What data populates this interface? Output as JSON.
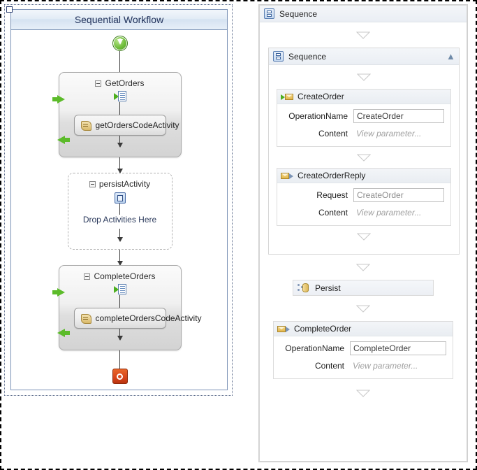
{
  "left_panel": {
    "title": "Sequential Workflow",
    "start_icon": "start-download-icon",
    "stop_icon": "stop-icon",
    "activities": [
      {
        "name": "GetOrders",
        "icon": "receive-activity-icon",
        "collapse": "collapse-toggle",
        "child": {
          "label": "getOrdersCodeActivity",
          "icon": "code-activity-icon"
        }
      },
      {
        "name": "persistActivity",
        "icon": "persist-activity-icon",
        "drop_hint": "Drop Activities Here"
      },
      {
        "name": "CompleteOrders",
        "icon": "receive-activity-icon",
        "collapse": "collapse-toggle",
        "child": {
          "label": "completeOrdersCodeActivity",
          "icon": "code-activity-icon"
        }
      }
    ]
  },
  "right_panel": {
    "outer_sequence": {
      "name": "Sequence",
      "icon": "sequence-icon"
    },
    "inner_sequence": {
      "name": "Sequence",
      "icon": "sequence-icon",
      "collapse_chevron": "chevron-up-icon"
    },
    "activities": [
      {
        "type": "receive",
        "name": "CreateOrder",
        "icon": "receive-envelope-icon",
        "fields": [
          {
            "label": "OperationName",
            "value": "CreateOrder",
            "kind": "input"
          },
          {
            "label": "Content",
            "value": "View parameter...",
            "kind": "ghost"
          }
        ]
      },
      {
        "type": "sendreply",
        "name": "CreateOrderReply",
        "icon": "send-envelope-icon",
        "fields": [
          {
            "label": "Request",
            "value": "CreateOrder",
            "kind": "readonly"
          },
          {
            "label": "Content",
            "value": "View parameter...",
            "kind": "ghost"
          }
        ]
      },
      {
        "type": "persist",
        "name": "Persist",
        "icon": "persist-icon"
      },
      {
        "type": "receive",
        "name": "CompleteOrder",
        "icon": "send-envelope-icon",
        "fields": [
          {
            "label": "OperationName",
            "value": "CompleteOrder",
            "kind": "input"
          },
          {
            "label": "Content",
            "value": "View parameter...",
            "kind": "ghost"
          }
        ]
      }
    ],
    "drop_indicator_icon": "drop-triangle-icon"
  },
  "colors": {
    "accent_blue": "#7b92b6",
    "header_blue": "#21325b",
    "green_arrow": "#5cbb2a",
    "stop_red": "#d8441a",
    "envelope_yellow": "#e2b64b"
  }
}
